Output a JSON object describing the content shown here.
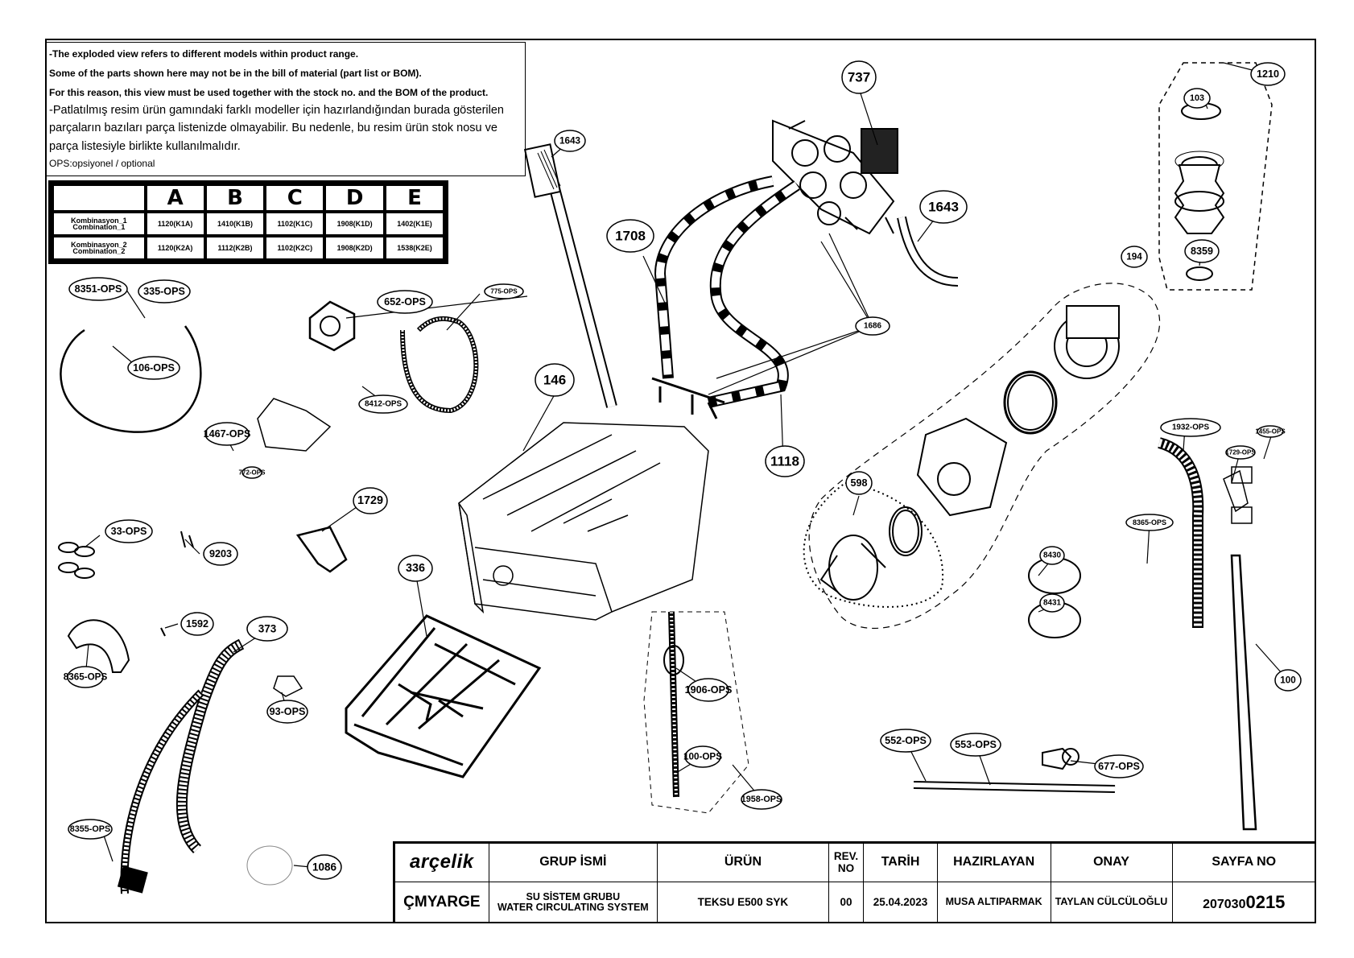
{
  "notes": {
    "line1": "-The exploded view refers to different models within product range.",
    "line2": "Some of the parts shown here may not be in the bill of material (part list or BOM).",
    "line3": "For this reason, this view must be used together with the stock no. and the BOM of the product.",
    "line4": "-Patlatılmış resim ürün gamındaki farklı modeller için hazırlandığından burada gösterilen",
    "line5": "parçaların bazıları parça listenizde olmayabilir. Bu nedenle, bu resim ürün stok nosu ve",
    "line6": "parça listesiyle birlikte kullanılmalıdır.",
    "line7": "OPS:opsiyonel / optional"
  },
  "combo_table": {
    "headers": [
      "A",
      "B",
      "C",
      "D",
      "E"
    ],
    "rows": [
      {
        "label1": "Kombinasyon_1",
        "label2": "Combination_1",
        "cells": [
          "1120(K1A)",
          "1410(K1B)",
          "1102(K1C)",
          "1908(K1D)",
          "1402(K1E)"
        ]
      },
      {
        "label1": "Kombinasyon_2",
        "label2": "Combination_2",
        "cells": [
          "1120(K2A)",
          "1112(K2B)",
          "1102(K2C)",
          "1908(K2D)",
          "1538(K2E)"
        ]
      }
    ]
  },
  "callouts": [
    "737",
    "1210",
    "103",
    "1643",
    "1643",
    "1708",
    "8359",
    "194",
    "8351-OPS",
    "335-OPS",
    "652-OPS",
    "775-OPS",
    "1686",
    "106-OPS",
    "146",
    "8412-OPS",
    "1118",
    "1932-OPS",
    "1455-OPS",
    "1467-OPS",
    "1729-OPS",
    "772-OPS",
    "598",
    "1729",
    "8365-OPS",
    "33-OPS",
    "9203",
    "336",
    "8430",
    "8431",
    "1592",
    "373",
    "100",
    "8365-OPS",
    "93-OPS",
    "1906-OPS",
    "100-OPS",
    "1958-OPS",
    "552-OPS",
    "553-OPS",
    "677-OPS",
    "8355-OPS",
    "1086"
  ],
  "title_block": {
    "logo": "arçelik",
    "group_header": "GRUP İSMİ",
    "product_header": "ÜRÜN",
    "rev_header": "REV. NO",
    "date_header": "TARİH",
    "prepared_header": "HAZIRLAYAN",
    "approval_header": "ONAY",
    "page_header": "SAYFA NO",
    "dept": "ÇMYARGE",
    "group_tr": "SU SİSTEM GRUBU",
    "group_en": "WATER CIRCULATING SYSTEM",
    "product": "TEKSU E500 SYK",
    "rev": "00",
    "date": "25.04.2023",
    "prepared": "MUSA ALTIPARMAK",
    "approval": "TAYLAN CÜLCÜLOĞLU",
    "page_prefix": "207030",
    "page_suffix": "0215"
  }
}
